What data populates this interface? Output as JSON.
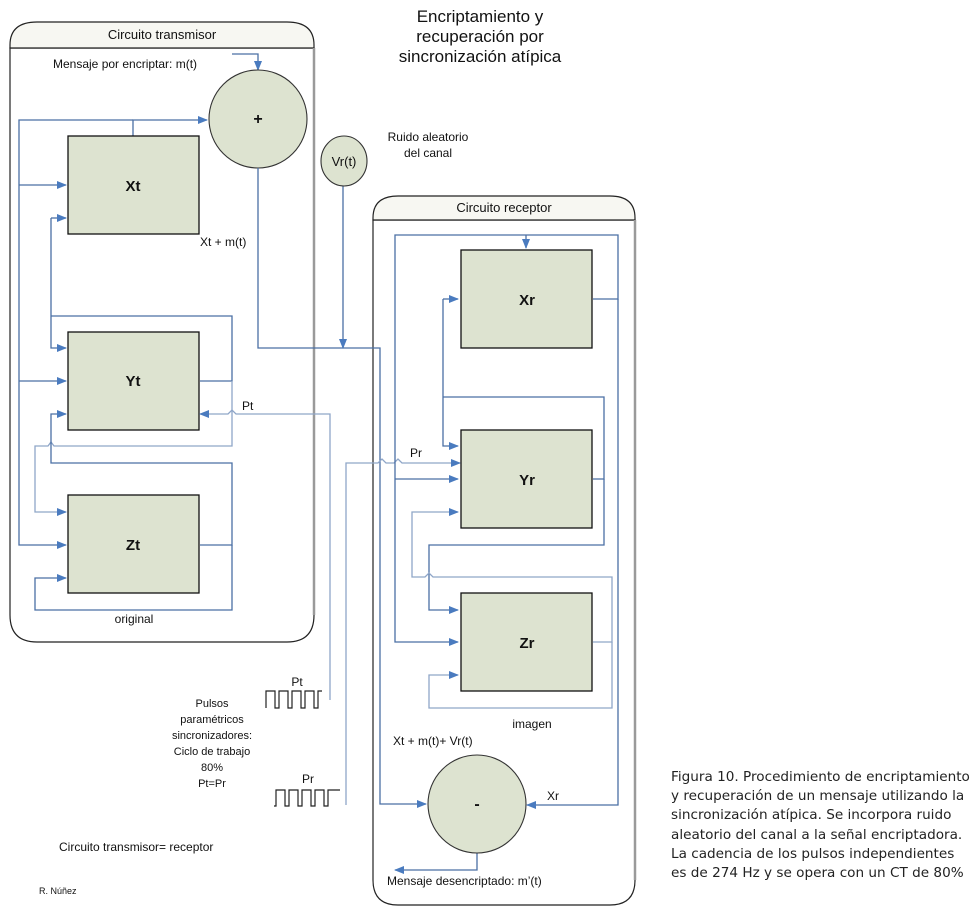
{
  "title": [
    "Encriptamiento y",
    "recuperación por",
    "sincronización atípica"
  ],
  "transmitter": {
    "panel_title": "Circuito transmisor",
    "message_label": "Mensaje por encriptar: m(t)",
    "adder_symbol": "+",
    "sum_label": "Xt + m(t)",
    "blocks": [
      "Xt",
      "Yt",
      "Zt"
    ],
    "pulse_label": "Pt",
    "output_label": "original"
  },
  "noise": {
    "node_label": "Vr(t)",
    "description": [
      "Ruido aleatorio",
      "del canal"
    ]
  },
  "receiver": {
    "panel_title": "Circuito receptor",
    "blocks": [
      "Xr",
      "Yr",
      "Zr"
    ],
    "pulse_label": "Pr",
    "output_label": "imagen",
    "received_label": "Xt + m(t)+ Vr(t)",
    "subtractor_symbol": "-",
    "xr_input_label": "Xr",
    "decrypted_label": "Mensaje desencriptado: m’(t)"
  },
  "pulses": {
    "pt_label": "Pt",
    "pr_label": "Pr",
    "description": [
      "Pulsos",
      "paramétricos",
      "sincronizadores:",
      "Ciclo de trabajo",
      "80%",
      "Pt=Pr"
    ],
    "duty_cycle_percent": 80
  },
  "equivalence_note": "Circuito transmisor= receptor",
  "author": "R. Núñez",
  "caption": "Figura 10. Procedimiento de encriptamiento y recuperación de un mensaje utilizando la sincronización atípica. Se incorpora ruido aleatorio del canal a la señal encriptadora. La cadencia de los pulsos independientes es de 274 Hz y se opera con un CT de 80%"
}
